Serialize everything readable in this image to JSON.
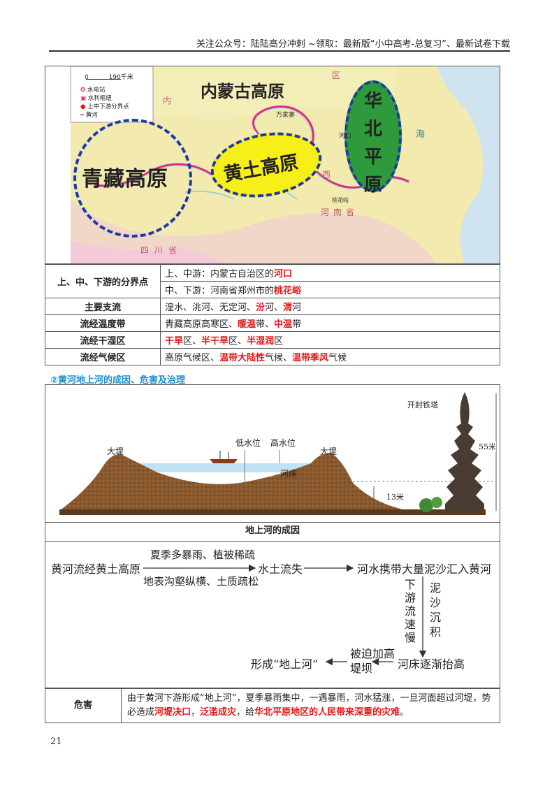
{
  "header": {
    "text": "关注公众号：陆陆高分冲刺 ~领取：最新版“小中高考-总复习”、最新试卷下载"
  },
  "map": {
    "scale": {
      "zero": "0",
      "dist": "190千米"
    },
    "legend": [
      "水电站",
      "水利枢纽",
      "上中下游分界点",
      "黄河"
    ],
    "regions": {
      "qz": "青藏高原",
      "nm": "内蒙古高原",
      "ht": "黄土高原",
      "hb": "华北平原"
    },
    "places": [
      "河口",
      "万家寨",
      "桃花峪",
      "四川省",
      "河南省",
      "内",
      "区",
      "西",
      "海"
    ]
  },
  "info_rows": [
    {
      "key": "上、中、下游的分界点",
      "value": [
        {
          "t": "上、中游：内蒙古自治区的"
        },
        {
          "t": "河口",
          "hl": true
        }
      ]
    },
    {
      "key": "",
      "value": [
        {
          "t": "中、下游：河南省郑州市的"
        },
        {
          "t": "桃花峪",
          "hl": true
        }
      ]
    },
    {
      "key": "主要支流",
      "value": [
        {
          "t": "湟水、洮河、无定河、"
        },
        {
          "t": "汾",
          "hl": true
        },
        {
          "t": "河、"
        },
        {
          "t": "渭",
          "hl": true
        },
        {
          "t": "河"
        }
      ]
    },
    {
      "key": "流经温度带",
      "value": [
        {
          "t": "青藏高原高寒区、"
        },
        {
          "t": "暖温",
          "hl": true
        },
        {
          "t": "带、"
        },
        {
          "t": "中温",
          "hl": true
        },
        {
          "t": "带"
        }
      ]
    },
    {
      "key": "流经干湿区",
      "value": [
        {
          "t": "干旱",
          "hl": true
        },
        {
          "t": "区、"
        },
        {
          "t": "半干旱",
          "hl": true
        },
        {
          "t": "区、"
        },
        {
          "t": "半湿润",
          "hl": true
        },
        {
          "t": "区"
        }
      ]
    },
    {
      "key": "流经气候区",
      "value": [
        {
          "t": "高原气候区、"
        },
        {
          "t": "温带大陆性",
          "hl": true
        },
        {
          "t": "气候、"
        },
        {
          "t": "温带季风",
          "hl": true
        },
        {
          "t": "气候"
        }
      ]
    }
  ],
  "section_title": "②黄河地上河的成因、危害及治理",
  "diagram": {
    "dike_left": "大堤",
    "dike_right": "大堤",
    "low_water": "低水位",
    "high_water": "高水位",
    "riverbed": "河床",
    "tower": "开封铁塔",
    "height_tower": "55米",
    "height_bed": "13米"
  },
  "caption": "地上河的成因",
  "flow": {
    "start": "黄河流经黄土高原",
    "cond1": "夏季多暴雨、植被稀疏",
    "cond2": "地表沟壑纵横、土质疏松",
    "erosion": "水土流失",
    "carry": "河水携带大量泥沙汇入黄河",
    "slow": "下游流速慢",
    "deposit": "泥沙沉积",
    "rise": "河床逐渐抬高",
    "forced": "被迫加高堤坝",
    "result": "形成“地上河”"
  },
  "harm": {
    "key": "危害",
    "value": [
      {
        "t": "由于黄河下游形成“地上河”，夏季暴雨集中，一遇暴雨，河水猛涨，一旦河面超过河堤，势必造成"
      },
      {
        "t": "河堤决口",
        "hl": true
      },
      {
        "t": "，"
      },
      {
        "t": "泛滥成灾",
        "hl": true
      },
      {
        "t": "，给"
      },
      {
        "t": "华北平原地区的人民带来深重的灾难",
        "hl": true
      },
      {
        "t": "。"
      }
    ]
  },
  "page_number": "21",
  "colors": {
    "red": "#e01818",
    "section_blue": "#1a8fd0",
    "ellipse_blue": "#1a3aa8",
    "yellow": "#f6ef18",
    "green": "#2f9a3c"
  }
}
